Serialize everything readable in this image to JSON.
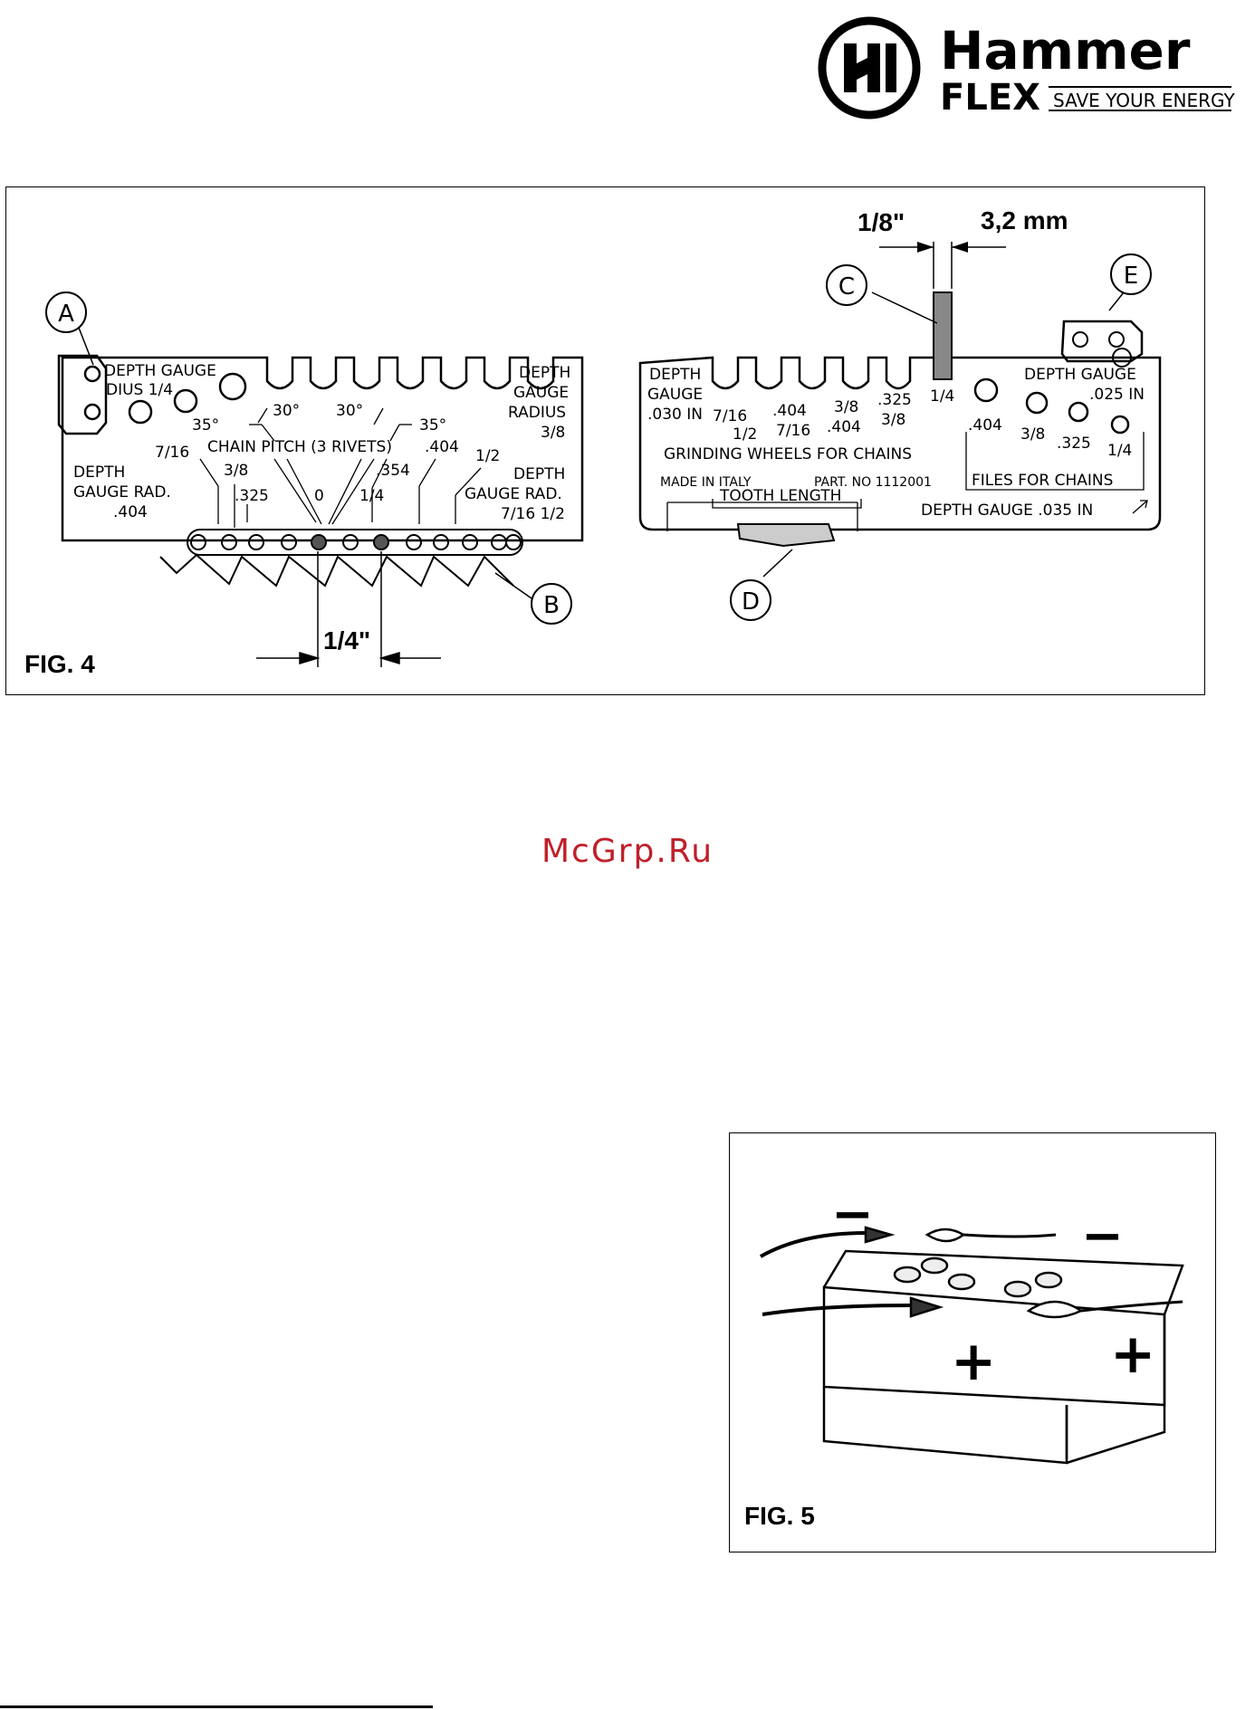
{
  "logo": {
    "brand": "Hammer",
    "sub": "FLEX",
    "tagline": "SAVE YOUR ENERGY"
  },
  "watermark": "McGrp.Ru",
  "fig4": {
    "caption": "FIG. 4",
    "callouts": {
      "a": "A",
      "b": "B",
      "c": "C",
      "d": "D",
      "e": "E"
    },
    "dim_top_left": "1/8\"",
    "dim_top_right": "3,2 mm",
    "dim_bottom": "1/4\"",
    "left_gauge": {
      "tl1": "DEPTH GAUGE",
      "tl2": "DIUS 1/4",
      "tr1": "DEPTH",
      "tr2": "GAUGE",
      "tr3": "RADIUS",
      "tr4": "3/8",
      "angle_35_l": "35°",
      "angle_30_l": "30°",
      "angle_30_r": "30°",
      "angle_35_r": "35°",
      "chain_pitch": "CHAIN PITCH (3 RIVETS)",
      "v_716": "7/16",
      "v_38": "3/8",
      "v_325": ".325",
      "v_0": "0",
      "v_354": ".354",
      "v_14": "1/4",
      "v_404": ".404",
      "v_12": "1/2",
      "bl1": "DEPTH",
      "bl2": "GAUGE RAD.",
      "bl3": ".404",
      "br1": "DEPTH",
      "br2": "GAUGE RAD.",
      "br3": "7/16  1/2"
    },
    "right_gauge": {
      "dg1": "DEPTH",
      "dg2": "GAUGE",
      "dg3": ".030 IN",
      "w_716": "7/16",
      "w_12": "1/2",
      "w_404a": ".404",
      "w_716b": "7/16",
      "w_38": "3/8",
      "w_404b": ".404",
      "w_325": ".325",
      "w_38b": "3/8",
      "w_14": "1/4",
      "grinding": "GRINDING  WHEELS  FOR  CHAINS",
      "made": "MADE  IN  ITALY",
      "part": "PART. NO  1112001",
      "tooth": "TOOTH  LENGTH",
      "dg025a": "DEPTH GAUGE",
      "dg025b": ".025 IN",
      "f_404": ".404",
      "f_38": "3/8",
      "f_325": ".325",
      "f_14": "1/4",
      "files": "FILES  FOR  CHAINS",
      "dg035": "DEPTH  GAUGE  .035 IN"
    }
  },
  "fig5": {
    "caption": "FIG. 5",
    "minus1": "−",
    "minus2": "−",
    "plus1": "+",
    "plus2": "+"
  }
}
